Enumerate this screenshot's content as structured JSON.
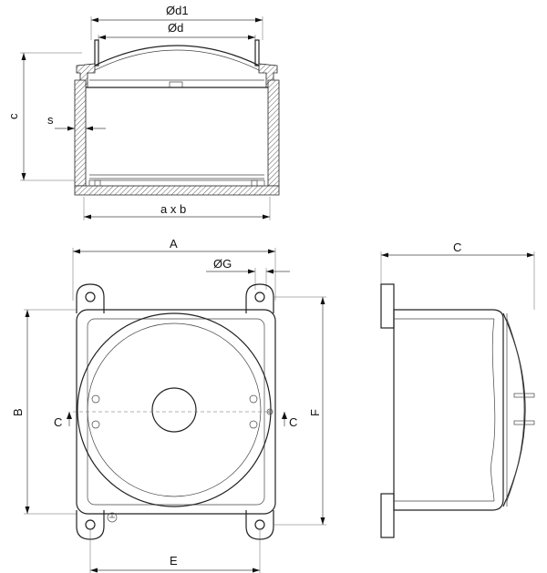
{
  "labels": {
    "d1": "Ød1",
    "d": "Ød",
    "c_section": "c",
    "s": "s",
    "axb": "a x b",
    "A": "A",
    "G": "ØG",
    "B": "B",
    "C_left": "C",
    "C_right": "C",
    "F": "F",
    "E": "E",
    "C_side": "C"
  }
}
